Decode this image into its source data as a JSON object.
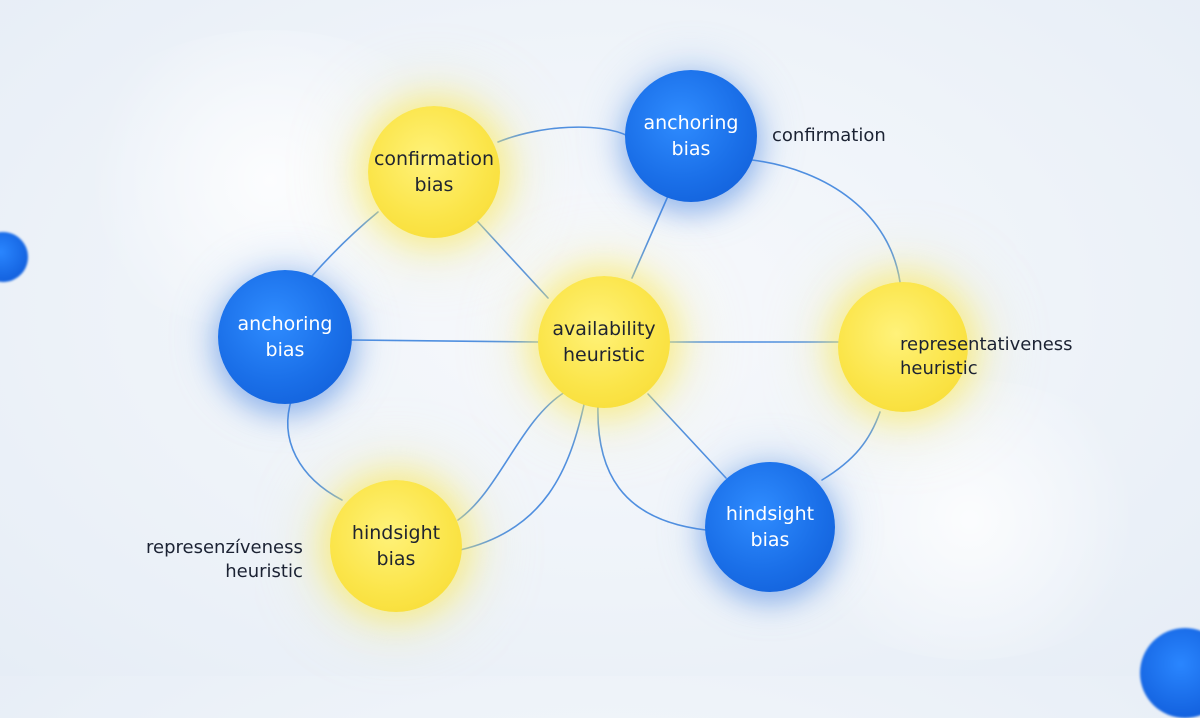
{
  "nodes": {
    "confirmation_bias": {
      "label": "confirmation\nbias",
      "color": "#fbe54a"
    },
    "anchoring_bias_top": {
      "label": "anchoring\nbias",
      "color": "#1a6fe8"
    },
    "anchoring_bias_left": {
      "label": "anchoring\nbias",
      "color": "#1a6fe8"
    },
    "availability_heuristic": {
      "label": "availability\nheuristic",
      "color": "#fbe54a"
    },
    "representativeness_right": {
      "label": "",
      "color": "#fbe54a"
    },
    "hindsight_bias_bottom_left": {
      "label": "hindsight\nbias",
      "color": "#fbe54a"
    },
    "hindsight_bias_bottom_right": {
      "label": "hindsight\nbias",
      "color": "#1a6fe8"
    }
  },
  "external_labels": {
    "confirmation_top_right": "confirmation",
    "representativeness_right": "representativeness\nheuristic",
    "representativeness_left": "represenzíveness\nheuristic"
  },
  "colors": {
    "yellow_node": "#fbe54a",
    "blue_node": "#1a6fe8",
    "edge": "#4f8fe0",
    "background": "#eef3f9"
  }
}
